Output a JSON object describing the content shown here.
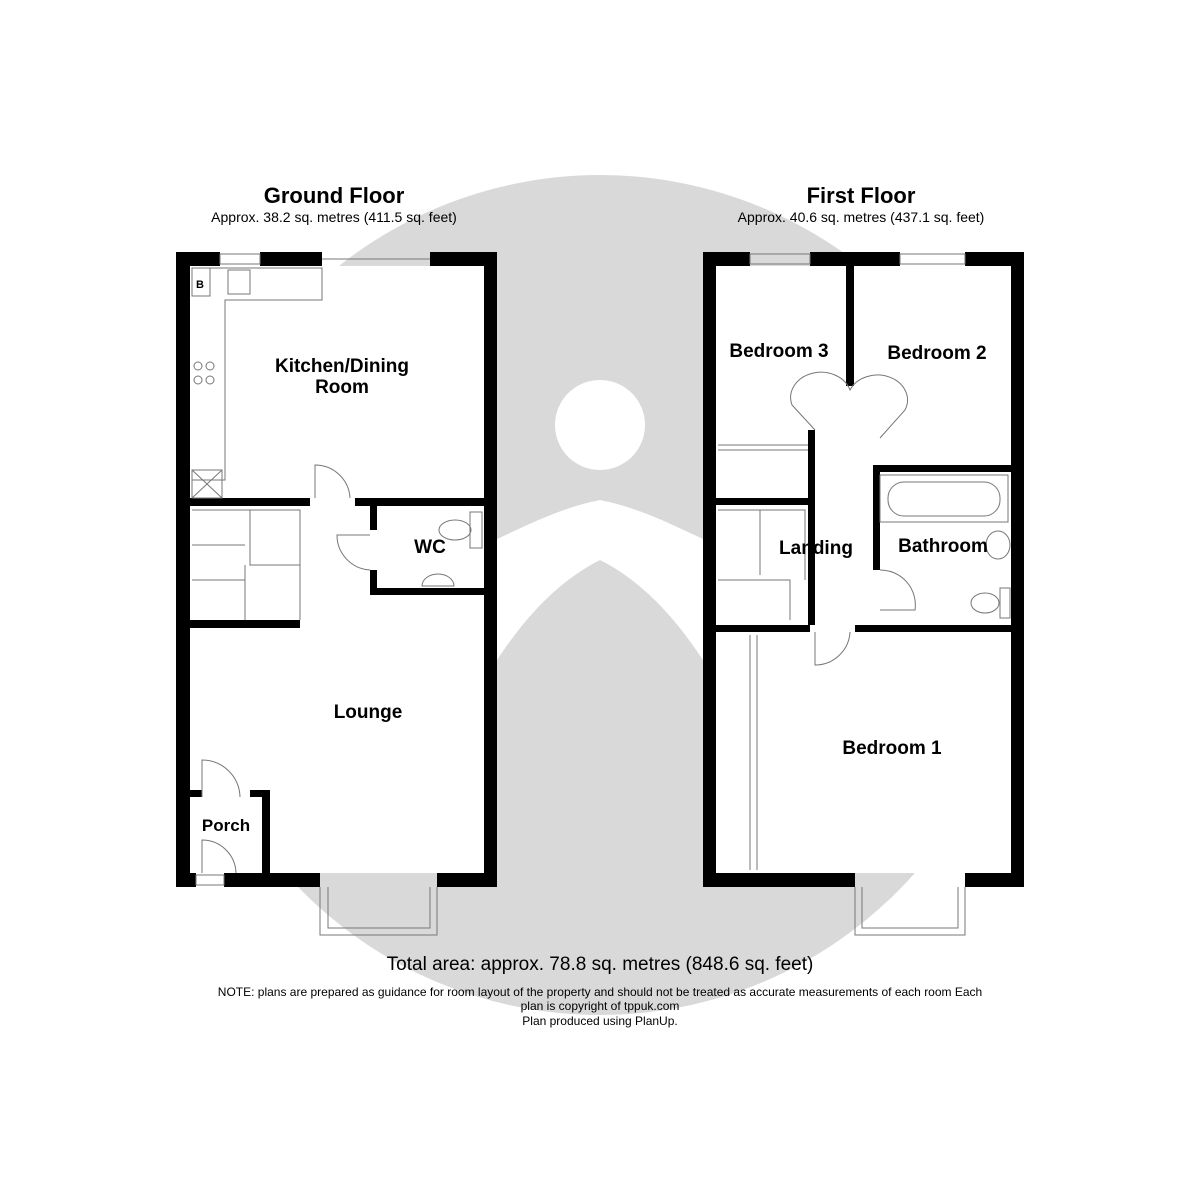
{
  "ground_floor": {
    "title": "Ground Floor",
    "area": "Approx. 38.2 sq. metres (411.5 sq. feet)",
    "rooms": {
      "kitchen": "Kitchen/Dining Room",
      "wc": "WC",
      "lounge": "Lounge",
      "porch": "Porch",
      "boiler": "B"
    }
  },
  "first_floor": {
    "title": "First Floor",
    "area": "Approx. 40.6 sq. metres (437.1 sq. feet)",
    "rooms": {
      "bedroom3": "Bedroom 3",
      "bedroom2": "Bedroom 2",
      "landing": "Landing",
      "bathroom": "Bathroom",
      "bedroom1": "Bedroom 1"
    }
  },
  "footer": {
    "total": "Total area: approx. 78.8 sq. metres (848.6 sq. feet)",
    "note": "NOTE: plans are prepared as guidance for room layout of the property and should not be treated as accurate measurements of each room Each plan is copyright of tppuk.com",
    "produced": "Plan produced using PlanUp."
  },
  "colors": {
    "wall": "#000000",
    "watermark": "#d9d9d9"
  }
}
